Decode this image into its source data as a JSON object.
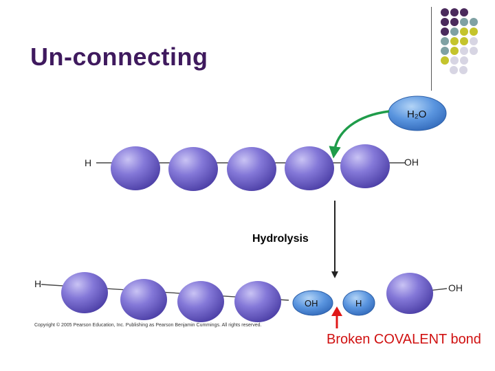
{
  "title": "Un-connecting",
  "palette": {
    "purple": "#4a2a5c",
    "teal": "#7fa1a3",
    "olive": "#c4c42c",
    "lavender": "#d7d5e3",
    "monomer": "#7a6fd0",
    "water": "#5a95df",
    "arrow_green": "#1f9c4a",
    "arrow_red": "#e01818"
  },
  "dot_grid": [
    [
      "purple",
      "purple",
      "purple"
    ],
    [
      "purple",
      "purple",
      "teal",
      "teal"
    ],
    [
      "purple",
      "teal",
      "olive",
      "olive"
    ],
    [
      "teal",
      "olive",
      "olive",
      "lavender"
    ],
    [
      "teal",
      "olive",
      "lavender",
      "lavender"
    ],
    [
      "olive",
      "lavender",
      "lavender"
    ],
    [
      "lavender",
      "lavender"
    ]
  ],
  "diagram": {
    "water_label": "H₂O",
    "top_left_label": "H",
    "top_right_label": "OH",
    "process_label": "Hydrolysis",
    "bottom_left_label": "H",
    "bottom_right_label": "OH",
    "oh_group_label": "OH",
    "h_group_label": "H",
    "copyright": "Copyright © 2005 Pearson Education, Inc. Publishing as Pearson Benjamin Cummings. All rights reserved.",
    "annotation": "Broken COVALENT bond"
  }
}
